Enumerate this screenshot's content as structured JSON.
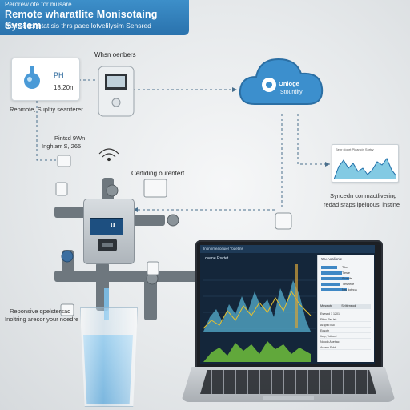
{
  "header": {
    "eyebrow": "Perorew ofe tor musare",
    "title": "Remote wharatlite Monisotaing System",
    "subtitle": "Remos tof etat sis thrs paec lotvelilysim Sensred"
  },
  "sensor": {
    "ph_label": "PH",
    "ph_value": "18,20n",
    "caption": "Repmote, Supltiy searrterer"
  },
  "when_sensors": "Whsn oenbers",
  "cloud": {
    "line1": "Onloge",
    "line2": "Stourdity"
  },
  "pintod": {
    "line1": "Pintsd 9Wn",
    "line2": "Inghlarr S, 265"
  },
  "cerfiding_label": "Cerfiding ourentert",
  "synced": {
    "line1": "Syncedn conmactlivering",
    "line2": "redad sraps ipeluousl instine"
  },
  "reponsive": {
    "line1": "Reponsive qpelstersad",
    "line2": "Inoltring aresor your noedre"
  },
  "meter_screen_text": "u",
  "thumb_chart_title": "Senr clonrt Ploaricin Sortry",
  "laptop": {
    "topbar": "Inonnmeaceuiel   Todetins",
    "dash_title": "ovene Rsctet",
    "panel_title": "Wu Aoalionle",
    "panel_items": [
      "Tibe",
      "Tiesle",
      "Sioedle",
      "Tieseelte",
      "Nrs dotnpa"
    ],
    "panel_fill": [
      0.32,
      0.4,
      0.55,
      0.36,
      0.5
    ],
    "table_head": [
      "Meswote",
      "Seliteneod"
    ],
    "table_rows": [
      "Esesed 1 1201",
      "Fttou Ret lelt",
      "Arapso liso",
      "Eqsoth",
      "Iiolp, Tottoed",
      "Noodo Anettac",
      "Aroanr Stdd"
    ]
  },
  "colors": {
    "accent": "#2f7fbe",
    "chart_fill": "#5ab8d9",
    "chart_green": "#6fbf3c",
    "screen_bg": "#14263a"
  }
}
